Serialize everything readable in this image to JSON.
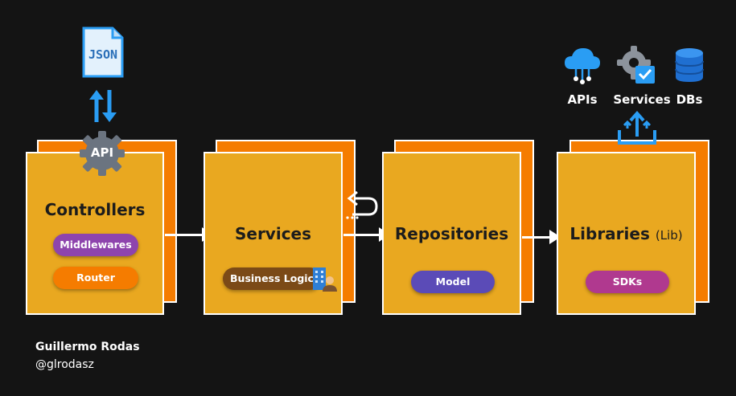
{
  "top": {
    "json_label": "JSON",
    "api_label": "API",
    "external": [
      {
        "label": "APIs",
        "icon": "cloud-api-icon"
      },
      {
        "label": "Services",
        "icon": "gear-service-icon"
      },
      {
        "label": "DBs",
        "icon": "database-icon"
      }
    ]
  },
  "layers": [
    {
      "title": "Controllers",
      "pills": [
        {
          "label": "Middlewares",
          "color": "#8e44ad"
        },
        {
          "label": "Router",
          "color": "#f57c00"
        }
      ]
    },
    {
      "title": "Services",
      "pills": [
        {
          "label": "Business Logic",
          "color": "#7b4a17"
        }
      ]
    },
    {
      "title": "Repositories",
      "pills": [
        {
          "label": "Model",
          "color": "#5b4bb7"
        }
      ]
    },
    {
      "title": "Libraries",
      "subtitle": "(Lib)",
      "pills": [
        {
          "label": "SDKs",
          "color": "#b0398f"
        }
      ]
    }
  ],
  "author": {
    "name": "Guillermo Rodas",
    "handle": "@glrodasz"
  },
  "colors": {
    "card_front": "#e9a820",
    "card_back": "#f57c00",
    "background": "#141414",
    "icon_blue": "#2a9df4"
  }
}
